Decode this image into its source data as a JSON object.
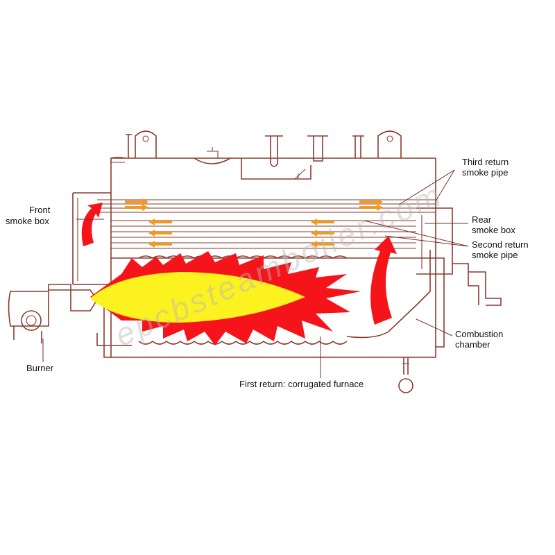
{
  "labels": {
    "front_smoke_box": [
      "Front",
      "smoke box"
    ],
    "third_return": [
      "Third return",
      "smoke pipe"
    ],
    "rear_smoke_box": [
      "Rear",
      "smoke box"
    ],
    "second_return": [
      "Second return",
      "smoke pipe"
    ],
    "combustion_chamber": [
      "Combustion",
      "chamber"
    ],
    "burner": "Burner",
    "first_return": "First return: corrugated furnace"
  },
  "watermark": "epcbsteamboiler.com",
  "colors": {
    "outline": "#8a3a2e",
    "flame_red": "#f5141a",
    "flame_yellow": "#fbf21f",
    "arrow_orange": "#f39a1a",
    "text": "#111111"
  }
}
